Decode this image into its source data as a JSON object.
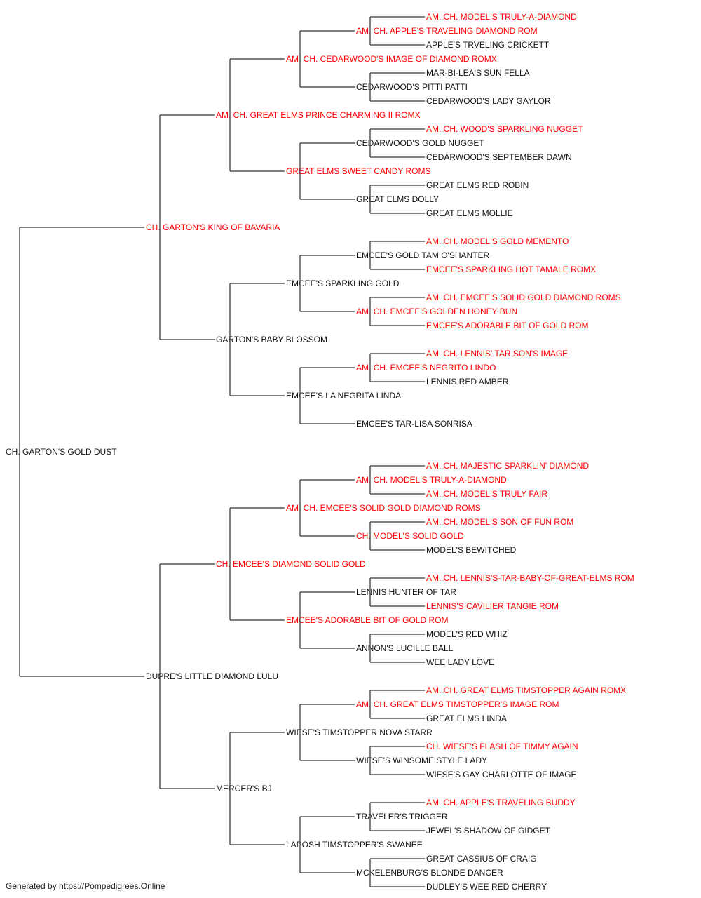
{
  "colors": {
    "champion": "#ff0000",
    "normal": "#111111",
    "connector": "#555555"
  },
  "pedigree": {
    "name": "CH. GARTON'S GOLD DUST",
    "champion": false,
    "sire": {
      "name": "CH. GARTON'S KING OF BAVARIA",
      "champion": true,
      "sire": {
        "name": "AM. CH. GREAT ELMS PRINCE CHARMING II ROMX",
        "champion": true,
        "sire": {
          "name": "AM. CH. CEDARWOOD'S IMAGE OF DIAMOND ROMX",
          "champion": true,
          "sire": {
            "name": "AM. CH. APPLE'S TRAVELING DIAMOND ROM",
            "champion": true,
            "sire": {
              "name": "AM. CH. MODEL'S TRULY-A-DIAMOND",
              "champion": true
            },
            "dam": {
              "name": "APPLE'S TRVELING CRICKETT",
              "champion": false
            }
          },
          "dam": {
            "name": "CEDARWOOD'S PITTI PATTI",
            "champion": false,
            "sire": {
              "name": "MAR-BI-LEA'S SUN FELLA",
              "champion": false
            },
            "dam": {
              "name": "CEDARWOOD'S LADY GAYLOR",
              "champion": false
            }
          }
        },
        "dam": {
          "name": "GREAT ELMS SWEET CANDY ROMS",
          "champion": true,
          "sire": {
            "name": "CEDARWOOD'S GOLD NUGGET",
            "champion": false,
            "sire": {
              "name": "AM. CH. WOOD'S SPARKLING NUGGET",
              "champion": true
            },
            "dam": {
              "name": "CEDARWOOD'S SEPTEMBER DAWN",
              "champion": false
            }
          },
          "dam": {
            "name": "GREAT ELMS DOLLY",
            "champion": false,
            "sire": {
              "name": "GREAT ELMS RED ROBIN",
              "champion": false
            },
            "dam": {
              "name": "GREAT ELMS MOLLIE",
              "champion": false
            }
          }
        }
      },
      "dam": {
        "name": "GARTON'S BABY BLOSSOM",
        "champion": false,
        "sire": {
          "name": "EMCEE'S SPARKLING GOLD",
          "champion": false,
          "sire": {
            "name": "EMCEE'S GOLD TAM O'SHANTER",
            "champion": false,
            "sire": {
              "name": "AM. CH. MODEL'S GOLD MEMENTO",
              "champion": true
            },
            "dam": {
              "name": "EMCEE'S SPARKLING HOT TAMALE ROMX",
              "champion": true
            }
          },
          "dam": {
            "name": "AM. CH. EMCEE'S GOLDEN HONEY BUN",
            "champion": true,
            "sire": {
              "name": "AM. CH. EMCEE'S SOLID GOLD DIAMOND ROMS",
              "champion": true
            },
            "dam": {
              "name": "EMCEE'S ADORABLE BIT OF GOLD ROM",
              "champion": true
            }
          }
        },
        "dam": {
          "name": "EMCEE'S LA NEGRITA LINDA",
          "champion": false,
          "sire": {
            "name": "AM. CH. EMCEE'S NEGRITO LINDO",
            "champion": true,
            "sire": {
              "name": "AM. CH. LENNIS' TAR SON'S IMAGE",
              "champion": true
            },
            "dam": {
              "name": "LENNIS RED AMBER",
              "champion": false
            }
          },
          "dam": {
            "name": "EMCEE'S TAR-LISA SONRISA",
            "champion": false
          }
        }
      }
    },
    "dam": {
      "name": "DUPRE'S LITTLE DIAMOND LULU",
      "champion": false,
      "sire": {
        "name": "CH. EMCEE'S DIAMOND SOLID GOLD",
        "champion": true,
        "sire": {
          "name": "AM. CH. EMCEE'S SOLID GOLD DIAMOND ROMS",
          "champion": true,
          "sire": {
            "name": "AM. CH. MODEL'S TRULY-A-DIAMOND",
            "champion": true,
            "sire": {
              "name": "AM. CH. MAJESTIC SPARKLIN' DIAMOND",
              "champion": true
            },
            "dam": {
              "name": "AM. CH. MODEL'S TRULY FAIR",
              "champion": true
            }
          },
          "dam": {
            "name": "CH. MODEL'S SOLID GOLD",
            "champion": true,
            "sire": {
              "name": "AM. CH. MODEL'S SON OF FUN ROM",
              "champion": true
            },
            "dam": {
              "name": "MODEL'S BEWITCHED",
              "champion": false
            }
          }
        },
        "dam": {
          "name": "EMCEE'S ADORABLE BIT OF GOLD ROM",
          "champion": true,
          "sire": {
            "name": "LENNIS HUNTER OF TAR",
            "champion": false,
            "sire": {
              "name": "AM. CH. LENNIS'S-TAR-BABY-OF-GREAT-ELMS ROM",
              "champion": true
            },
            "dam": {
              "name": "LENNIS'S CAVILIER TANGIE ROM",
              "champion": true
            }
          },
          "dam": {
            "name": "ANNON'S LUCILLE BALL",
            "champion": false,
            "sire": {
              "name": "MODEL'S RED WHIZ",
              "champion": false
            },
            "dam": {
              "name": "WEE LADY LOVE",
              "champion": false
            }
          }
        }
      },
      "dam": {
        "name": "MERCER'S BJ",
        "champion": false,
        "sire": {
          "name": "WIESE'S TIMSTOPPER NOVA STARR",
          "champion": false,
          "sire": {
            "name": "AM. CH. GREAT ELMS TIMSTOPPER'S IMAGE ROM",
            "champion": true,
            "sire": {
              "name": "AM. CH. GREAT ELMS TIMSTOPPER AGAIN ROMX",
              "champion": true
            },
            "dam": {
              "name": "GREAT ELMS LINDA",
              "champion": false
            }
          },
          "dam": {
            "name": "WIESE'S WINSOME STYLE LADY",
            "champion": false,
            "sire": {
              "name": "CH. WIESE'S FLASH OF TIMMY AGAIN",
              "champion": true
            },
            "dam": {
              "name": "WIESE'S GAY CHARLOTTE OF IMAGE",
              "champion": false
            }
          }
        },
        "dam": {
          "name": "LAPOSH TIMSTOPPER'S SWANEE",
          "champion": false,
          "sire": {
            "name": "TRAVELER'S TRIGGER",
            "champion": false,
            "sire": {
              "name": "AM. CH. APPLE'S TRAVELING BUDDY",
              "champion": true
            },
            "dam": {
              "name": "JEWEL'S SHADOW OF GIDGET",
              "champion": false
            }
          },
          "dam": {
            "name": "MCKELENBURG'S BLONDE DANCER",
            "champion": false,
            "sire": {
              "name": "GREAT CASSIUS OF CRAIG",
              "champion": false
            },
            "dam": {
              "name": "DUDLEY'S WEE RED CHERRY",
              "champion": false
            }
          }
        }
      }
    }
  },
  "footer": "Generated by https://Pompedigrees.Online"
}
